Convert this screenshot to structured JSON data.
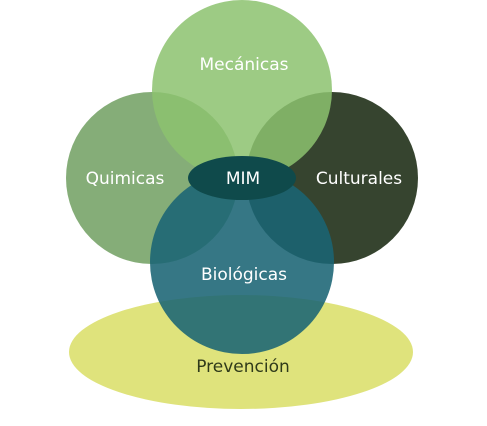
{
  "diagram": {
    "center": "MIM",
    "nodes": {
      "top": "Mecánicas",
      "left": "Quimicas",
      "right": "Culturales",
      "bottom": "Biológicas",
      "base": "Prevención"
    }
  },
  "colors": {
    "top": "#8cc26e",
    "left": "#6a9b5a",
    "right": "#2b3a24",
    "bottom": "#1a6474",
    "base": "#dfe37c",
    "center": "#0f4a4b",
    "text_light": "#ffffff",
    "text_dark": "#2f3a1a"
  }
}
